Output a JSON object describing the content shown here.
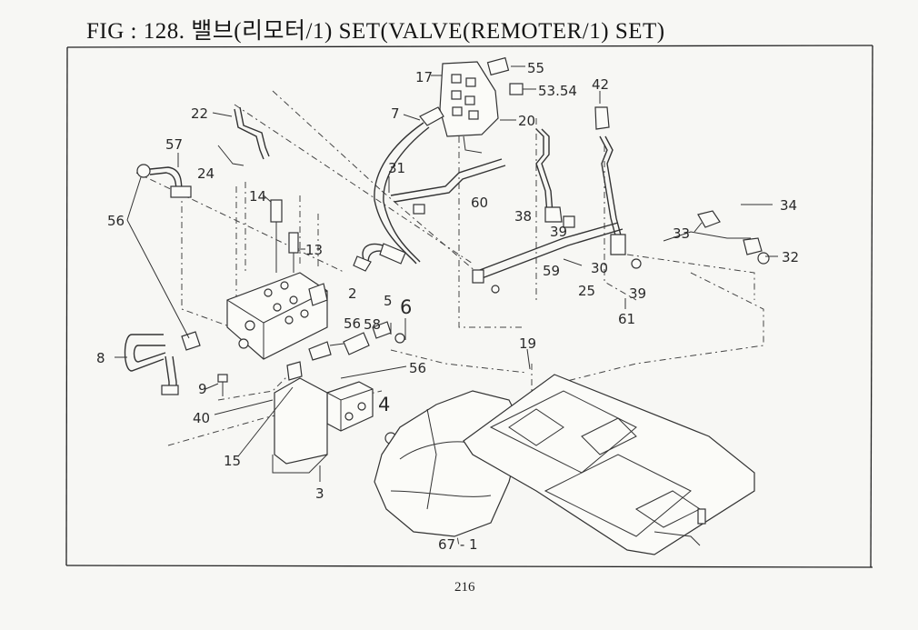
{
  "title": "FIG : 128. 밸브(리모터/1) SET(VALVE(REMOTER/1) SET)",
  "page_number": "216",
  "callouts": {
    "c55": "55",
    "c5354": "53.54",
    "c17": "17",
    "c42": "42",
    "c7": "7",
    "c20": "20",
    "c22": "22",
    "c57": "57",
    "c24": "24",
    "c31": "31",
    "c14": "14",
    "c60": "60",
    "c56a": "56",
    "c34": "34",
    "c38": "38",
    "c39a": "39",
    "c33": "33",
    "c13": "13",
    "c32": "32",
    "c30": "30",
    "c59": "59",
    "c2": "2",
    "c25": "25",
    "c39b": "39",
    "c5": "5",
    "c6": "6",
    "c56b": "56",
    "c58": "58",
    "c61": "61",
    "c19": "19",
    "c8": "8",
    "c56c": "56",
    "c9": "9",
    "c4": "4",
    "c40": "40",
    "c15": "15",
    "c3": "3",
    "c671": "67 - 1"
  }
}
